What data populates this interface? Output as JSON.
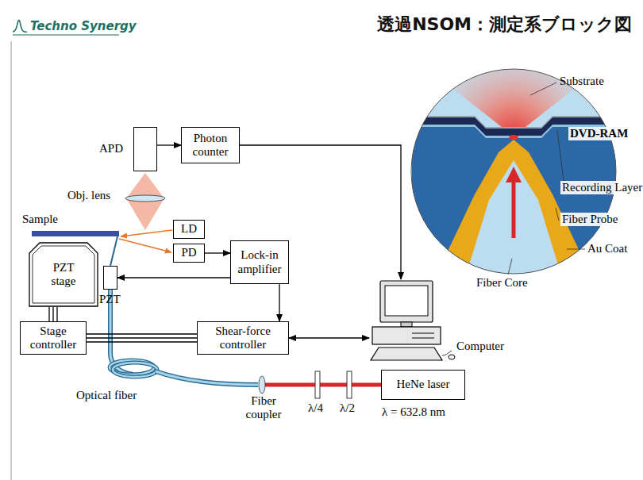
{
  "diagram": {
    "title": "透過NSOM：測定系ブロック図",
    "nodes": [
      {
        "text": [
          "APD"
        ]
      },
      {
        "text": [
          "Photon counter"
        ]
      },
      {
        "text": [
          "LD"
        ]
      },
      {
        "text": [
          "PD"
        ]
      },
      {
        "text": [
          "Lock-in amplifier"
        ]
      },
      {
        "text": [
          "PZT stage"
        ]
      },
      {
        "text": [
          "PZT"
        ]
      },
      {
        "text": [
          "Stage controller"
        ]
      },
      {
        "text": [
          "Shear-force controller"
        ]
      },
      {
        "text": [
          "Computer"
        ]
      },
      {
        "text": [
          "HeNe laser",
          "λ = 632.8 nm"
        ]
      }
    ],
    "edges": [
      {
        "from": 0,
        "to": 1,
        "arrow": "to"
      },
      {
        "from": 1,
        "to": 9,
        "arrow": "to"
      },
      {
        "from": 3,
        "to": 4,
        "arrow": "to"
      },
      {
        "from": 4,
        "to": 6,
        "arrow": "to"
      },
      {
        "from": 4,
        "to": 8,
        "arrow": "to"
      },
      {
        "from": 8,
        "to": 9,
        "arrow": "both"
      },
      {
        "from": 7,
        "to": 8,
        "arrow": "none"
      },
      {
        "from": 7,
        "to": 5,
        "arrow": "none"
      }
    ],
    "labels": [
      "Techno Synergy",
      "Obj. lens",
      "Sample",
      "Optical fiber",
      "Fiber coupler",
      "λ/4",
      "λ/2",
      "Substrate",
      "DVD-RAM",
      "Recording Layer",
      "Fiber Probe",
      "Au Coat",
      "Fiber Core"
    ]
  }
}
